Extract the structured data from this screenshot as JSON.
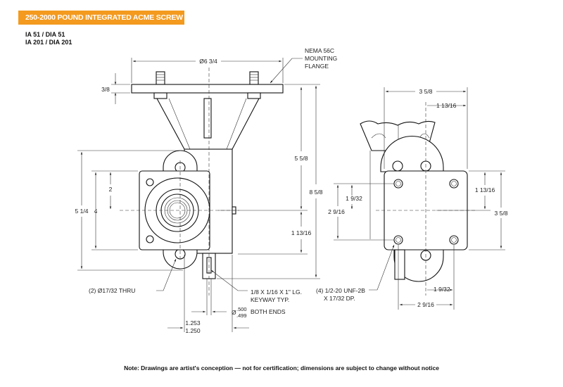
{
  "header": {
    "title": "250-2000 POUND INTEGRATED ACME SCREW"
  },
  "models": [
    "IA 51 / DIA 51",
    "IA 201 / DIA 201"
  ],
  "front_view": {
    "dims": {
      "overall_width": "Ø6 3/4",
      "flange_thickness": "3/8",
      "upper_height": "5 5/8",
      "overall_height": "8 5/8",
      "housing_height": "5 1/4",
      "left_2": "2",
      "left_4": "4",
      "lower_offset": "1 13/16",
      "shaft_dia_1": "1.253",
      "shaft_dia_2": "1.250",
      "shaft_dia_upper": ".500",
      "shaft_dia_lower": ".499",
      "shaft_dia_prefix": "Ø"
    },
    "notes": {
      "nema_1": "NEMA 56C",
      "nema_2": "MOUNTING",
      "nema_3": "FLANGE",
      "thru_holes": "(2) Ø17/32 THRU",
      "keyway_1": "1/8 X 1/16 X 1\" LG.",
      "keyway_2": "KEYWAY TYP.",
      "both_ends": "BOTH ENDS"
    }
  },
  "side_view": {
    "dims": {
      "width": "3 5/8",
      "half_width": "1 13/16",
      "height": "3 5/8",
      "half_height": "1 13/16",
      "bolt_half_v": "1 9/32",
      "bolt_full_v": "2 9/16",
      "bolt_half_h": "1 9/32",
      "bolt_full_h": "2 9/16"
    },
    "notes": {
      "tapped_1": "(4) 1/2-20 UNF-2B",
      "tapped_2": "X 17/32 DP."
    }
  },
  "footer": {
    "note": "Note: Drawings are artist's conception — not for certification; dimensions are subject to change without notice"
  }
}
